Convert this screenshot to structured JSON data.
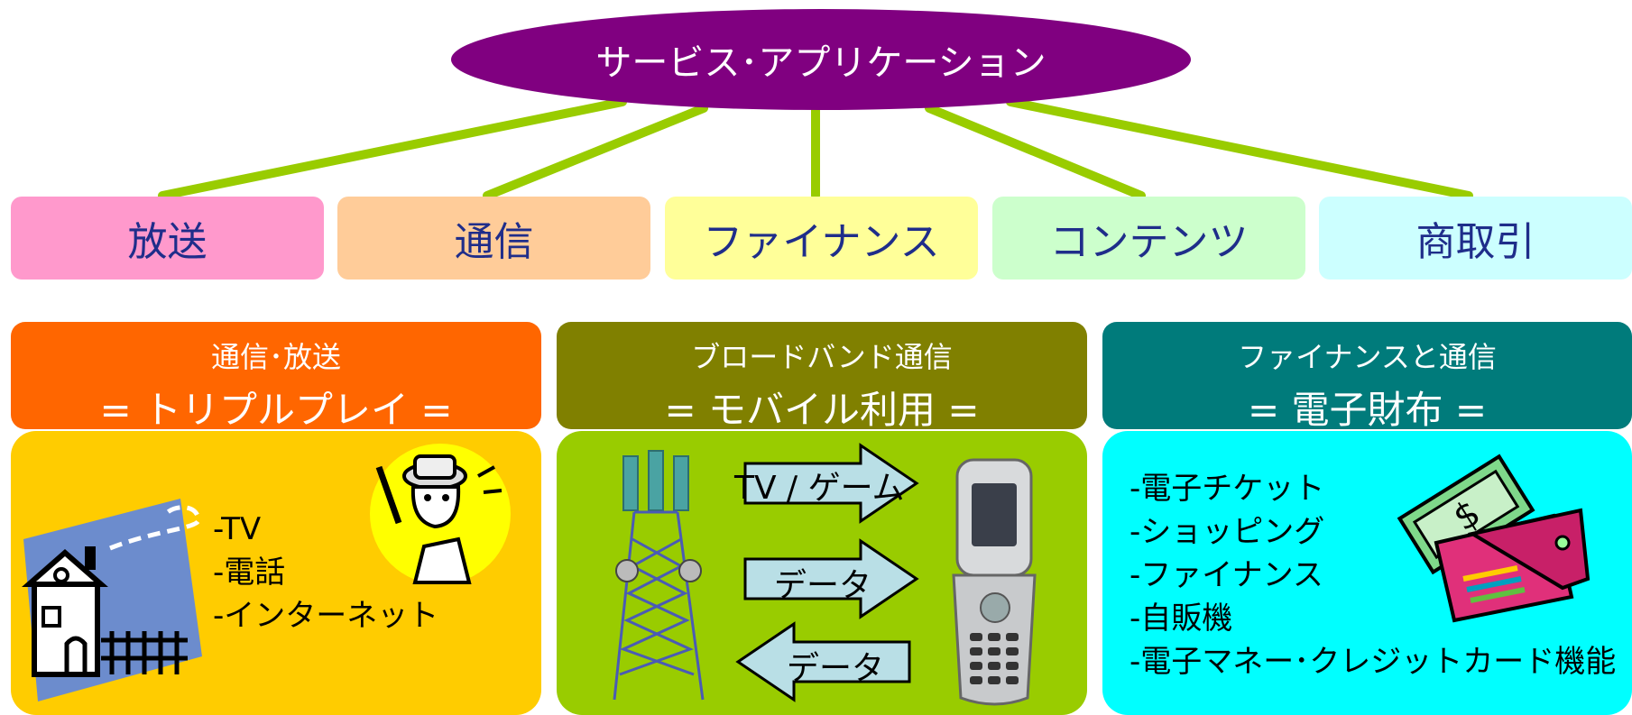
{
  "root": {
    "label": "サービス･アプリケーション",
    "color": "#800080"
  },
  "categories": [
    {
      "label": "放送",
      "color": "#ff99cc"
    },
    {
      "label": "通信",
      "color": "#ffcc99"
    },
    {
      "label": "ファイナンス",
      "color": "#ffff99"
    },
    {
      "label": "コンテンツ",
      "color": "#ccffcc"
    },
    {
      "label": "商取引",
      "color": "#ccffff"
    }
  ],
  "connector_color": "#99cc00",
  "panels": [
    {
      "subtitle": "通信･放送",
      "title": "= トリプルプレイ =",
      "header_color": "#ff6600",
      "body_color": "#ffcc00",
      "items": [
        "-TV",
        "-電話",
        "-インターネット"
      ],
      "icons": [
        "house-icon",
        "person-phone-icon"
      ]
    },
    {
      "subtitle": "ブロードバンド通信",
      "title": "= モバイル利用 =",
      "header_color": "#808000",
      "body_color": "#99cc00",
      "arrows": [
        "TV / ゲーム",
        "データ",
        "データ"
      ],
      "icons": [
        "antenna-tower-icon",
        "mobile-phone-icon"
      ]
    },
    {
      "subtitle": "ファイナンスと通信",
      "title": "= 電子財布 =",
      "header_color": "#007b7b",
      "body_color": "#00ffff",
      "items": [
        "-電子チケット",
        "-ショッピング",
        "-ファイナンス",
        "-自販機",
        "-電子マネー･クレジットカード機能"
      ],
      "icons": [
        "wallet-icon"
      ]
    }
  ]
}
